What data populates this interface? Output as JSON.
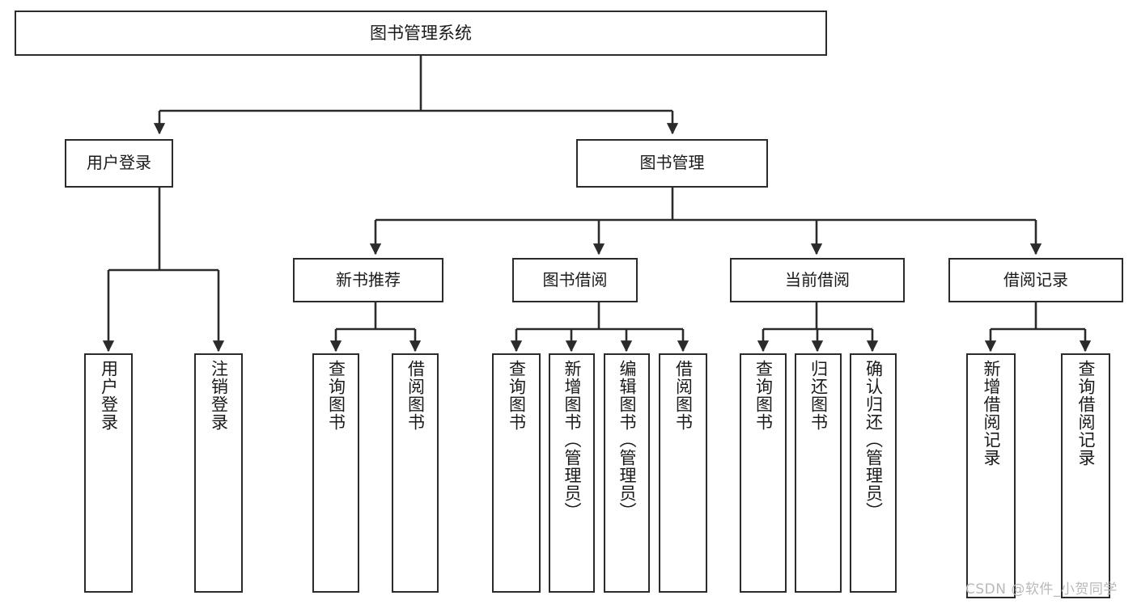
{
  "diagram": {
    "title_node": {
      "label": "图书管理系统"
    },
    "level1": [
      {
        "id": "user-login",
        "label": "用户登录"
      },
      {
        "id": "book-management",
        "label": "图书管理"
      }
    ],
    "level2": [
      {
        "id": "new-book-recommend",
        "label": "新书推荐"
      },
      {
        "id": "book-borrow",
        "label": "图书借阅"
      },
      {
        "id": "current-borrow",
        "label": "当前借阅"
      },
      {
        "id": "borrow-record",
        "label": "借阅记录"
      }
    ],
    "leaves": {
      "user_login": [
        {
          "id": "leaf-user-login",
          "label": "用户登录"
        },
        {
          "id": "leaf-logout-login",
          "label": "注销登录"
        }
      ],
      "new_book_recommend": [
        {
          "id": "leaf-query-book-1",
          "label": "查询图书"
        },
        {
          "id": "leaf-borrow-book-1",
          "label": "借阅图书"
        }
      ],
      "book_borrow": [
        {
          "id": "leaf-query-book-2",
          "label": "查询图书"
        },
        {
          "id": "leaf-add-book",
          "label": "新增图书（管理员）"
        },
        {
          "id": "leaf-edit-book",
          "label": "编辑图书（管理员）"
        },
        {
          "id": "leaf-borrow-book-2",
          "label": "借阅图书"
        }
      ],
      "current_borrow": [
        {
          "id": "leaf-query-book-3",
          "label": "查询图书"
        },
        {
          "id": "leaf-return-book",
          "label": "归还图书"
        },
        {
          "id": "leaf-confirm-return",
          "label": "确认归还（管理员）"
        }
      ],
      "borrow_record": [
        {
          "id": "leaf-add-record",
          "label": "新增借阅记录"
        },
        {
          "id": "leaf-query-record",
          "label": "查询借阅记录"
        }
      ]
    }
  },
  "watermark": {
    "text": "CSDN @软件_小贺同学"
  },
  "colors": {
    "stroke": "#2b2b2b",
    "fill": "#ffffff",
    "text": "#1a1a1a",
    "watermark": "#b9b9b9"
  }
}
